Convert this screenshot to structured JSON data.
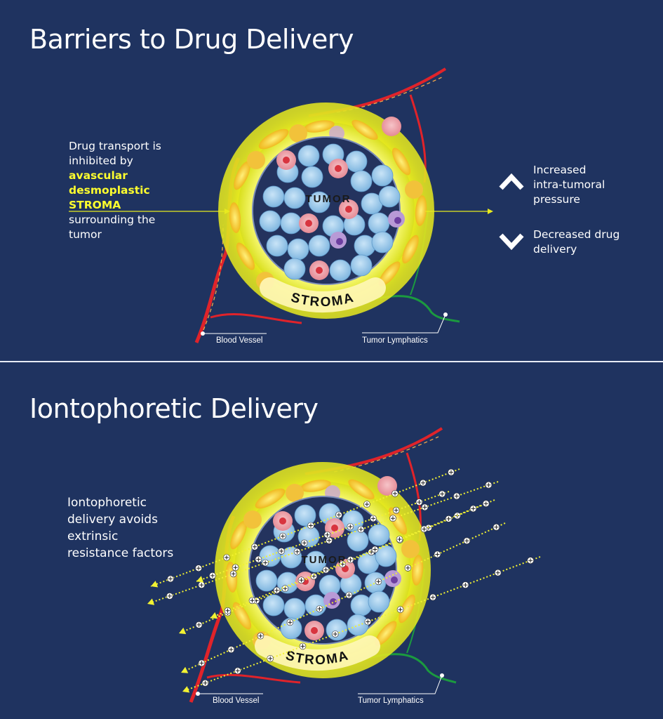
{
  "top": {
    "title": "Barriers to Drug Delivery",
    "description": {
      "line1": "Drug transport is",
      "line2": "inhibited by",
      "hl1": "avascular",
      "hl2": "desmoplastic",
      "hl3": "STROMA",
      "line3": "surrounding the",
      "line4": "tumor"
    },
    "tumor_label": "TUMOR",
    "stroma_label": "STROMA",
    "blood_vessel_label": "Blood Vessel",
    "lymphatics_label": "Tumor Lymphatics",
    "effects": [
      {
        "icon": "chevron-up-icon",
        "lines": [
          "Increased",
          "intra-tumoral",
          "pressure"
        ]
      },
      {
        "icon": "chevron-down-icon",
        "lines": [
          "Decreased drug",
          "delivery"
        ]
      }
    ]
  },
  "bottom": {
    "title": "Iontophoretic Delivery",
    "description": [
      "Iontophoretic",
      "delivery avoids",
      "extrinsic",
      "resistance factors"
    ],
    "tumor_label": "TUMOR",
    "stroma_label": "STROMA",
    "blood_vessel_label": "Blood Vessel",
    "lymphatics_label": "Tumor Lymphatics"
  },
  "colors": {
    "background": "#1f3360",
    "highlight": "#ffff2e",
    "stroma_glow": "#e8ea1e",
    "tumor_cell": "#9cc9ec",
    "blood_vessel": "#e0232a",
    "lymphatic": "#1b9a3f"
  }
}
